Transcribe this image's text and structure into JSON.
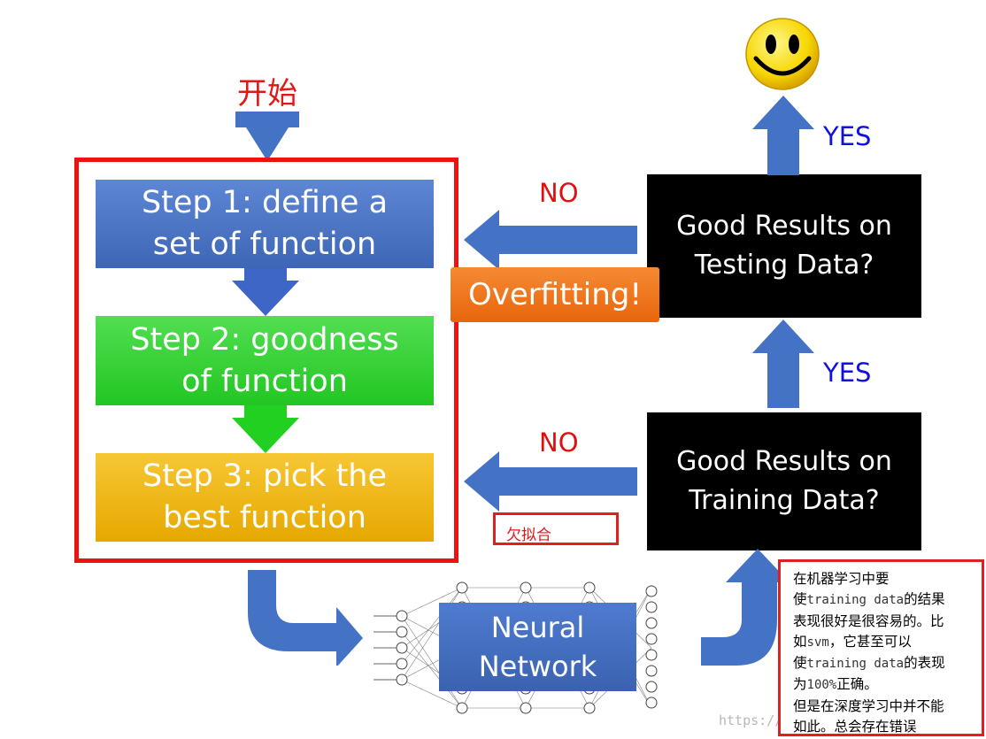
{
  "start_label": "开始",
  "steps": [
    {
      "line1": "Step 1: define a",
      "line2": "set of function"
    },
    {
      "line1": "Step 2: goodness",
      "line2": "of function"
    },
    {
      "line1": "Step 3: pick the",
      "line2": "best function"
    }
  ],
  "decisions": {
    "testing": {
      "line1": "Good Results on",
      "line2": "Testing Data?"
    },
    "training": {
      "line1": "Good Results on",
      "line2": "Training Data?"
    }
  },
  "labels": {
    "yes_top": "YES",
    "yes_mid": "YES",
    "no_top": "NO",
    "no_bottom": "NO",
    "overfitting": "Overfitting!",
    "underfitting": "欠拟合",
    "neural_network_line1": "Neural",
    "neural_network_line2": "Network"
  },
  "note": {
    "p1": "在机器学习中要",
    "p2a": "使",
    "p2b": "training data",
    "p2c": "的结果",
    "p3": "表现很好是很容易的。比",
    "p4a": "如",
    "p4b": "svm",
    "p4c": "，它甚至可以",
    "p5a": "使",
    "p5b": "training data",
    "p5c": "的表现",
    "p6a": "为",
    "p6b": "100%",
    "p6c": "正确。",
    "p7": "但是在深度学习中并不能",
    "p8": "如此。总会存在错误"
  },
  "watermark": "https://blog.csdn.net/...Best",
  "colors": {
    "arrow_blue": "#4472c4",
    "step1": "#4f79c9",
    "step2": "#3ed23e",
    "step3": "#f2b410",
    "overfit": "#ef7a22",
    "frame_red": "#ee1111"
  }
}
